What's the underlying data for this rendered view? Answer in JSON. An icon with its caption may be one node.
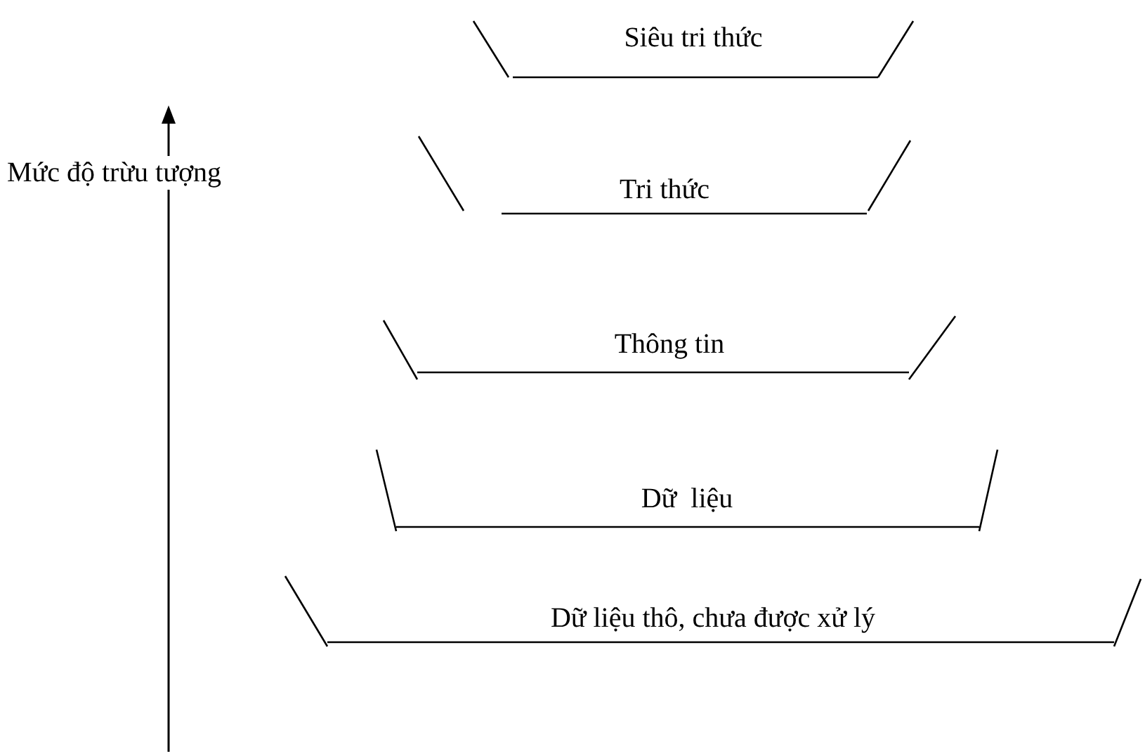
{
  "diagram": {
    "nodes": [
      {
        "text": [
          "Siêu tri thức"
        ]
      },
      {
        "text": [
          "Tri thức"
        ]
      },
      {
        "text": [
          "Thông tin"
        ]
      },
      {
        "text": [
          "Dữ  liệu"
        ]
      },
      {
        "text": [
          "Dữ liệu thô, chưa được xử lý"
        ]
      }
    ],
    "labels": [
      "Mức độ trừu tượng"
    ]
  }
}
